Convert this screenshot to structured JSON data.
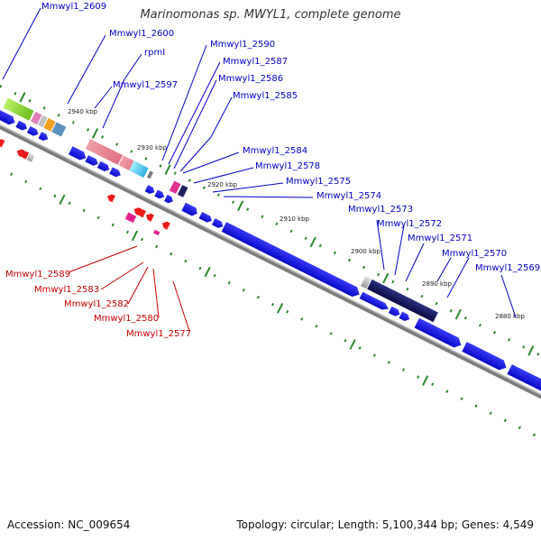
{
  "title": "Marinomonas sp. MWYL1, complete genome",
  "footer": {
    "accession": "Accession: NC_009654",
    "summary": "Topology: circular; Length: 5,100,344 bp; Genes: 4,549"
  },
  "colors": {
    "forward_gene": "#1a1aee",
    "reverse_gene": "#ee1a1a",
    "forward_label": "#0000cc",
    "reverse_label": "#cc0000",
    "tick": "#2a8a2a",
    "backbone": "#888888"
  },
  "ruler_labels": [
    "2940 kbp",
    "2930 kbp",
    "2920 kbp",
    "2910 kbp",
    "2900 kbp",
    "2890 kbp",
    "2880 kbp"
  ],
  "forward_labels": [
    "Mmwyl1_2609",
    "Mmwyl1_2600",
    "rpmI",
    "Mmwyl1_2597",
    "Mmwyl1_2590",
    "Mmwyl1_2587",
    "Mmwyl1_2586",
    "Mmwyl1_2585",
    "Mmwyl1_2584",
    "Mmwyl1_2578",
    "Mmwyl1_2575",
    "Mmwyl1_2574",
    "Mmwyl1_2573",
    "Mmwyl1_2572",
    "Mmwyl1_2571",
    "Mmwyl1_2570",
    "Mmwyl1_2569"
  ],
  "reverse_labels": [
    "Mmwyl1_2589",
    "Mmwyl1_2583",
    "Mmwyl1_2582",
    "Mmwyl1_2580",
    "Mmwyl1_2577"
  ]
}
